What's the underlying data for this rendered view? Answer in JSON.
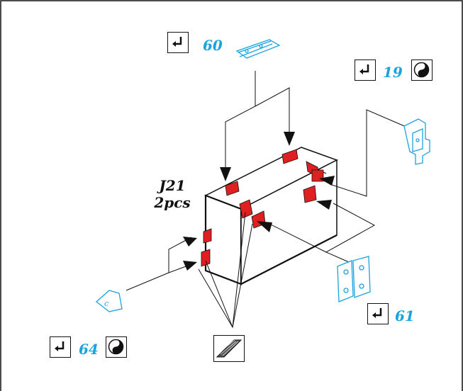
{
  "callouts": {
    "top": {
      "ref_number": "60"
    },
    "right": {
      "ref_number": "19"
    },
    "lower_right": {
      "ref_number": "61"
    },
    "lower_left": {
      "ref_number": "64"
    }
  },
  "part": {
    "id": "J21",
    "quantity": "2pcs"
  },
  "icons": {
    "action": "return-arrow-icon",
    "symbol": "yin-yang-icon",
    "glue": "glue-pad-icon"
  },
  "colors": {
    "ref_blue": "#1aa3e0",
    "highlight_red": "#e02020",
    "line": "#111111"
  }
}
